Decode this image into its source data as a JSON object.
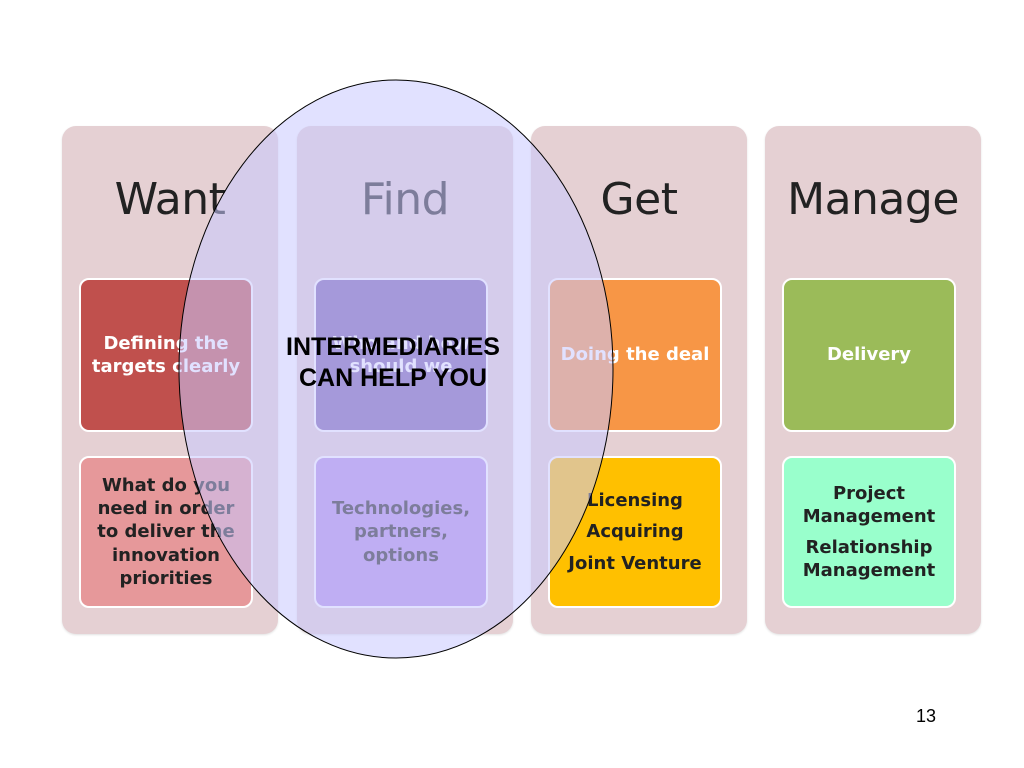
{
  "columns": {
    "want": {
      "title": "Want",
      "top_box": "Defining the targets clearly",
      "bottom_box_lines": [
        "What do you need in order to deliver the innovation priorities"
      ]
    },
    "find": {
      "title": "Find",
      "top_box": "Who and how should we",
      "bottom_box_lines": [
        "Technologies, partners, options"
      ]
    },
    "get": {
      "title": "Get",
      "top_box": "Doing the deal",
      "bottom_box_lines": [
        "Licensing",
        "Acquiring",
        "Joint Venture"
      ]
    },
    "manage": {
      "title": "Manage",
      "top_box": "Delivery",
      "bottom_box_lines": [
        "Project Management",
        "Relationship Management"
      ]
    }
  },
  "callout": {
    "line1": "INTERMEDIARIES",
    "line2": "CAN HELP YOU"
  },
  "page_number": "13",
  "colors": {
    "column_background": "#e5d0d3",
    "want_top": "#c0504d",
    "want_bottom": "#e6989a",
    "find_top": "#7b5fae",
    "find_bottom": "#b38fe4",
    "get_top": "#f79646",
    "get_bottom": "#ffc000",
    "manage_top": "#9bbb59",
    "manage_bottom": "#99ffcc",
    "ellipse_fill": "#c8c8ff"
  }
}
